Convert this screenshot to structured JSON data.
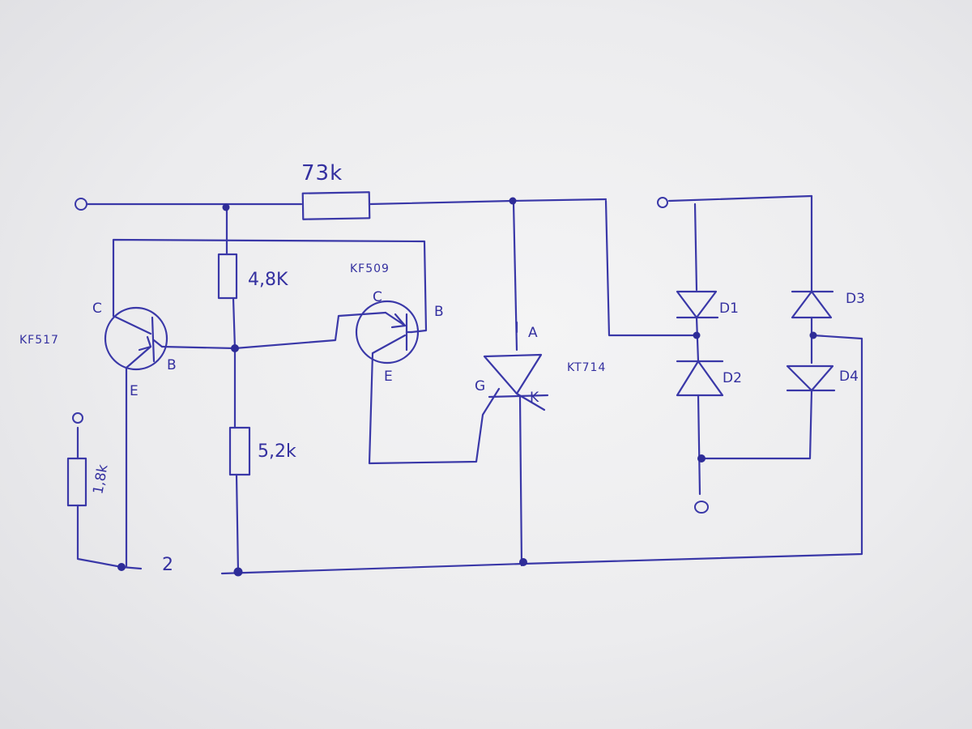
{
  "schematic": {
    "resistors": {
      "r_top": "73k",
      "r_mid_upper": "4,8K",
      "r_mid_lower": "5,2k",
      "r_left": "1,8k"
    },
    "transistors": {
      "q_left": {
        "part": "KF517",
        "collector": "C",
        "base": "B",
        "emitter": "E"
      },
      "q_right": {
        "part": "KF509",
        "collector": "C",
        "base": "B",
        "emitter": "E"
      }
    },
    "thyristor": {
      "part": "KT714",
      "anode": "A",
      "gate": "G",
      "cathode": "K"
    },
    "diodes": [
      "D1",
      "D2",
      "D3",
      "D4"
    ],
    "terminal_label": "2"
  }
}
